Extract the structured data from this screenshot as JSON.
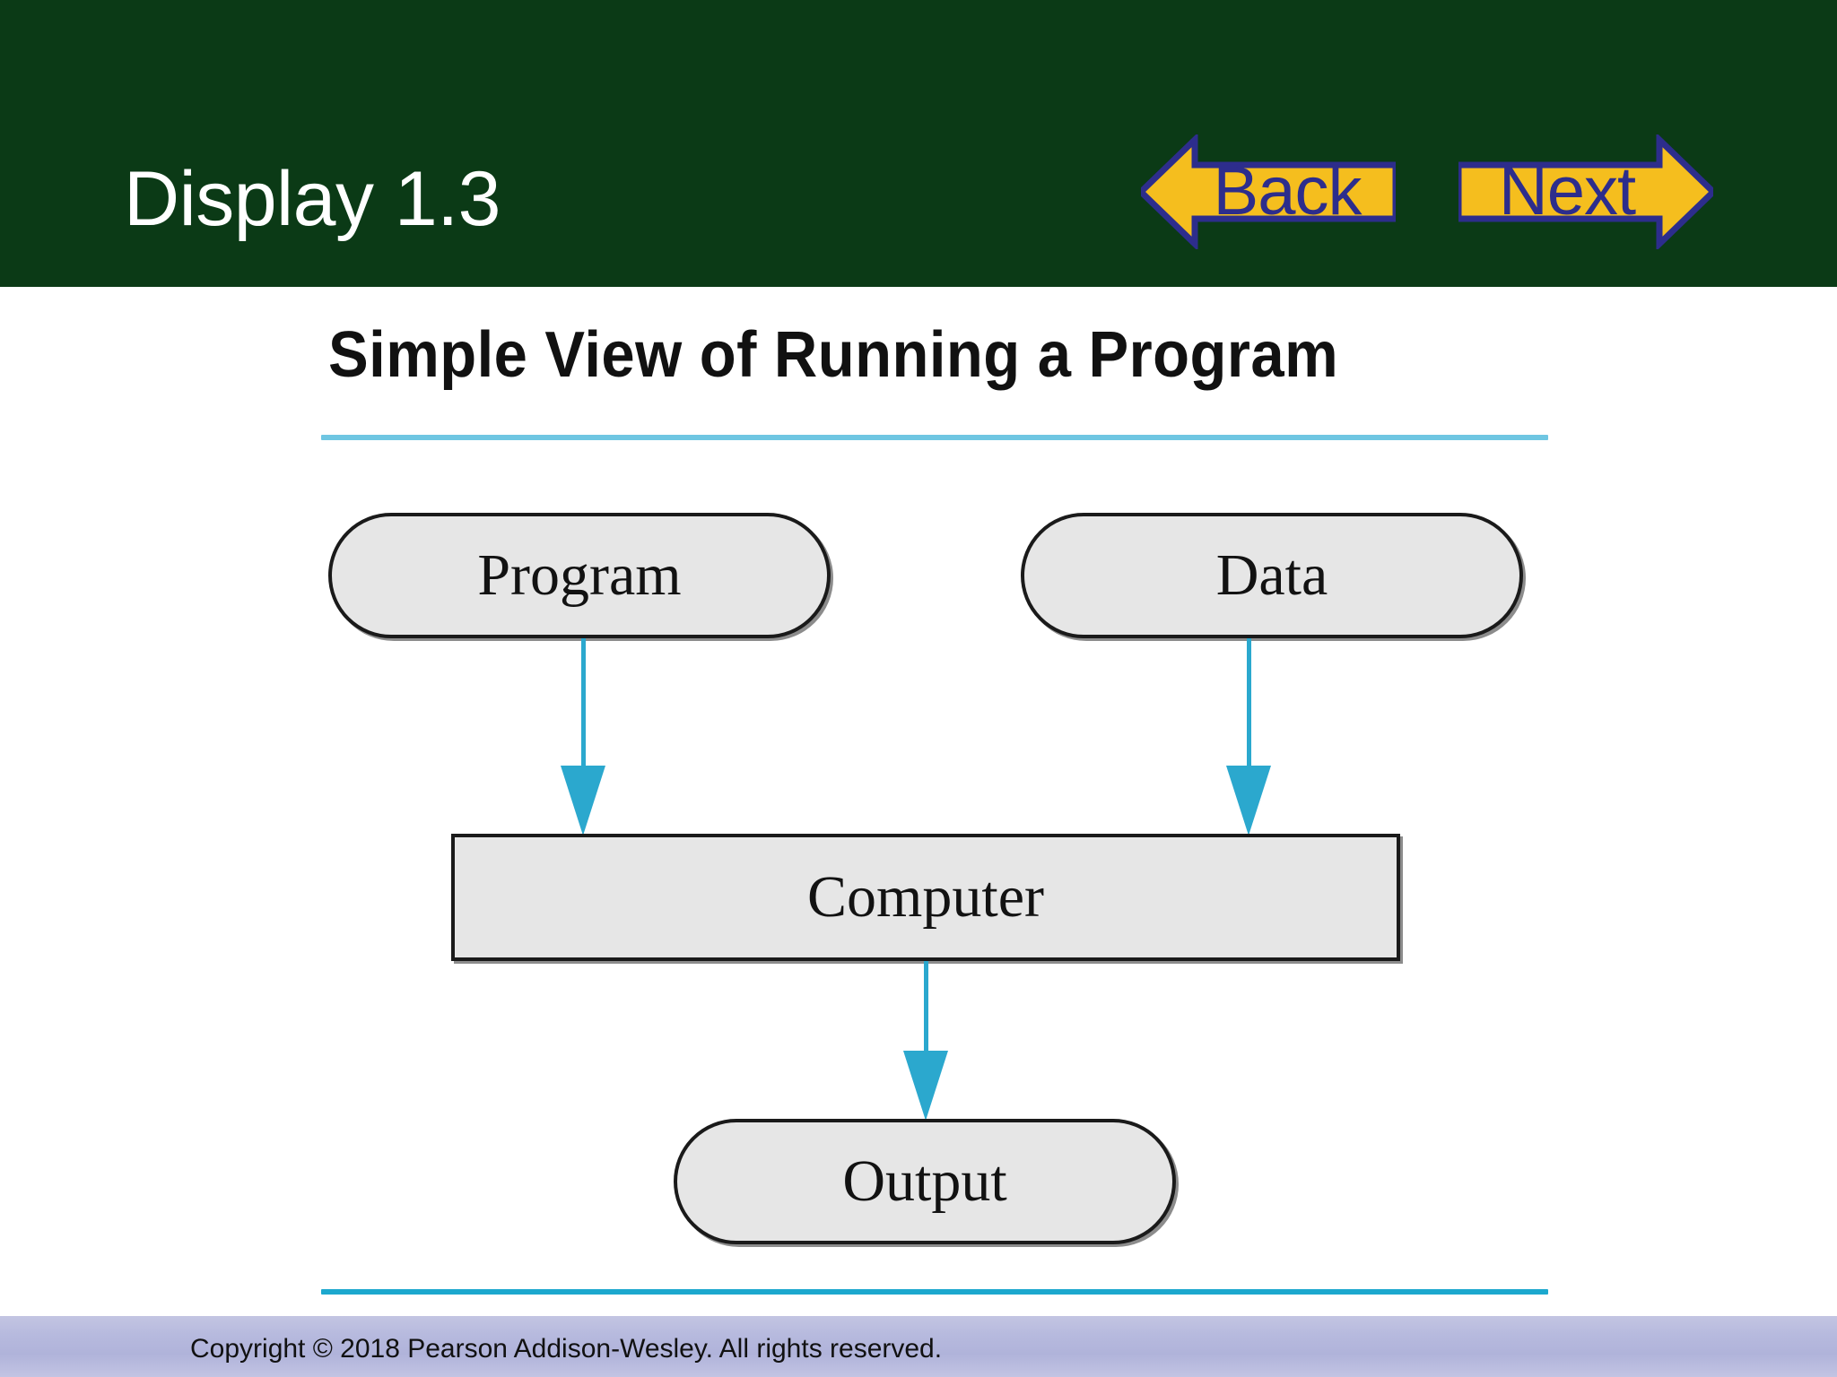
{
  "header": {
    "title": "Display 1.3",
    "background_color": "#0B3A16",
    "title_color": "#FFFFFF"
  },
  "nav": {
    "back": {
      "label": "Back",
      "icon": "arrow-left-icon",
      "fill_color": "#F5BE1E",
      "text_color": "#2D2D8C"
    },
    "next": {
      "label": "Next",
      "icon": "arrow-right-icon",
      "fill_color": "#F5BE1E",
      "text_color": "#2D2D8C"
    }
  },
  "diagram": {
    "title": "Simple View of Running a Program",
    "rule_top_color": "#6FC6E2",
    "rule_bottom_color": "#1CA8CE",
    "node_fill": "#E6E6E6",
    "node_border": "#1A1A1A",
    "arrow_color": "#2BA8CE",
    "nodes": [
      {
        "id": "program",
        "label": "Program",
        "shape": "pill"
      },
      {
        "id": "data",
        "label": "Data",
        "shape": "pill"
      },
      {
        "id": "computer",
        "label": "Computer",
        "shape": "rectangle"
      },
      {
        "id": "output",
        "label": "Output",
        "shape": "pill"
      }
    ],
    "edges": [
      {
        "from": "program",
        "to": "computer",
        "direction": "down"
      },
      {
        "from": "data",
        "to": "computer",
        "direction": "down"
      },
      {
        "from": "computer",
        "to": "output",
        "direction": "down"
      }
    ]
  },
  "footer": {
    "copyright": "Copyright © 2018 Pearson Addison-Wesley.  All rights reserved.",
    "band_color": "#B7BADE"
  }
}
